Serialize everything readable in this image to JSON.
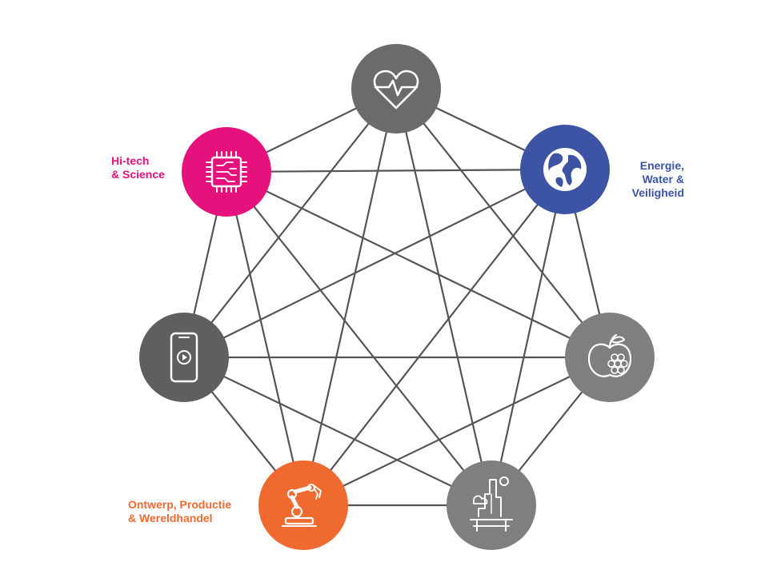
{
  "nodes": [
    {
      "id": "health",
      "icon": "heart-pulse-icon",
      "color": "#6b6b6b",
      "label": ""
    },
    {
      "id": "energy",
      "icon": "globe-icon",
      "color": "#3d54a5",
      "label": "Energie,\nWater &\nVeiligheid",
      "label_color": "#3d54a5"
    },
    {
      "id": "food",
      "icon": "apple-icon",
      "color": "#7f7f7f",
      "label": ""
    },
    {
      "id": "city",
      "icon": "city-skyline-icon",
      "color": "#7f7f7f",
      "label": ""
    },
    {
      "id": "production",
      "icon": "robot-arm-icon",
      "color": "#f06a30",
      "label": "Ontwerp, Productie\n& Wereldhandel",
      "label_color": "#f06a30"
    },
    {
      "id": "media",
      "icon": "smartphone-play-icon",
      "color": "#5f5f5f",
      "label": ""
    },
    {
      "id": "hitech",
      "icon": "microchip-icon",
      "color": "#e5127d",
      "label": "Hi-tech\n& Science",
      "label_color": "#e5127d"
    }
  ],
  "edge_color": "#555555"
}
